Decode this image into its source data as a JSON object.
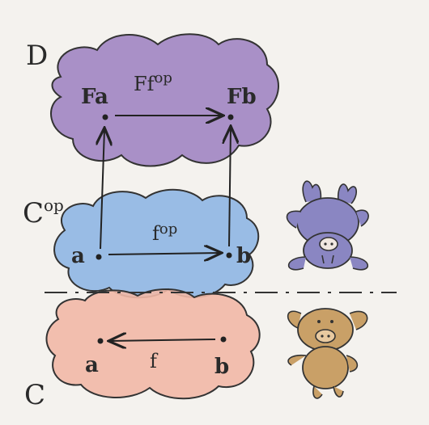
{
  "categories": {
    "D": {
      "label": "D",
      "color": "#9b7fc0"
    },
    "Cop": {
      "label_main": "C",
      "label_sup": "op",
      "color": "#8fb6e3"
    },
    "C": {
      "label": "C",
      "color": "#f2b8a6"
    }
  },
  "objects": {
    "Fa": "Fa",
    "Fb": "Fb",
    "a_op": "a",
    "b_op": "b",
    "a": "a",
    "b": "b"
  },
  "arrows": {
    "Ffop": {
      "main": "Ff",
      "sup": "op"
    },
    "fop": {
      "main": "f",
      "sup": "op"
    },
    "f": {
      "main": "f"
    }
  },
  "pigs": [
    {
      "name": "upside-down-pig",
      "color": "#8a86c2"
    },
    {
      "name": "pig",
      "color": "#c9a067"
    }
  ]
}
